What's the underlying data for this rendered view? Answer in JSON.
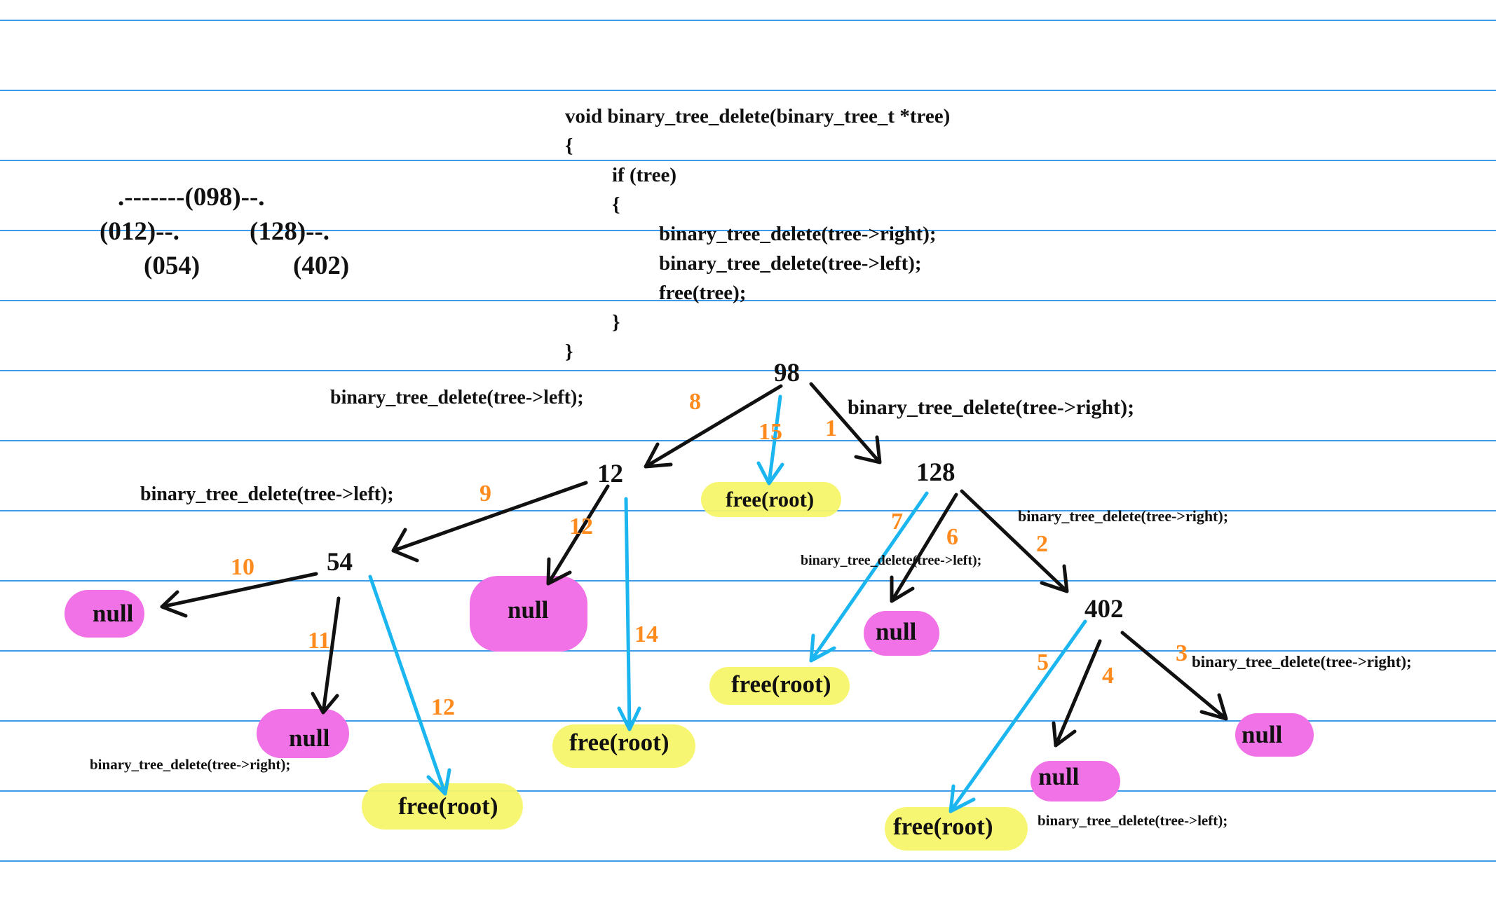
{
  "colors": {
    "rule": "#3d9bea",
    "edge": "#111111",
    "visit": "#1bb6ef",
    "step": "#ff8a1d",
    "free_highlight": "#f7f56a",
    "null_highlight": "#f171e6"
  },
  "code": {
    "line1": "void binary_tree_delete(binary_tree_t *tree)",
    "line2": "{",
    "line3": "if (tree)",
    "line4": "{",
    "line5": "binary_tree_delete(tree->right);",
    "line6": "binary_tree_delete(tree->left);",
    "line7": "free(tree);",
    "line8": "}",
    "line9": "}"
  },
  "ascii_tree": {
    "row1": ".-------(098)--.",
    "row2a": "(012)--.",
    "row2b": "(128)--.",
    "row3a": "(054)",
    "row3b": "(402)"
  },
  "nodes": {
    "n98": "98",
    "n12": "12",
    "n128": "128",
    "n54": "54",
    "n402": "402"
  },
  "calls": {
    "left": "binary_tree_delete(tree->left);",
    "right": "binary_tree_delete(tree->right);"
  },
  "results": {
    "free": "free(root)",
    "null": "null"
  },
  "steps": {
    "s1": "1",
    "s2": "2",
    "s3": "3",
    "s4": "4",
    "s5": "5",
    "s6": "6",
    "s7": "7",
    "s8": "8",
    "s9": "9",
    "s10": "10",
    "s11": "11",
    "s12a": "12",
    "s12b": "12",
    "s14": "14",
    "s15": "15"
  }
}
